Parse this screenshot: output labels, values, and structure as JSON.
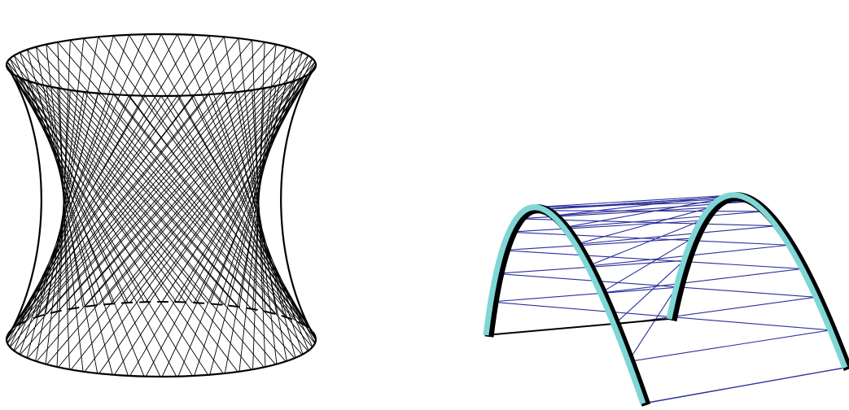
{
  "figures": [
    {
      "id": "hyperboloid",
      "shape": "hyperboloid of one sheet",
      "rulings_per_family": 60,
      "line_color": "#000000",
      "hidden_rim": "dashed"
    },
    {
      "id": "saddle",
      "shape": "hyperbolic paraboloid with two parabolic arches",
      "rulings_per_family": 16,
      "arch_color": "#7fd6d6",
      "arch_shadow_color": "#000000",
      "ruling_color": "#2b2f9a"
    }
  ]
}
